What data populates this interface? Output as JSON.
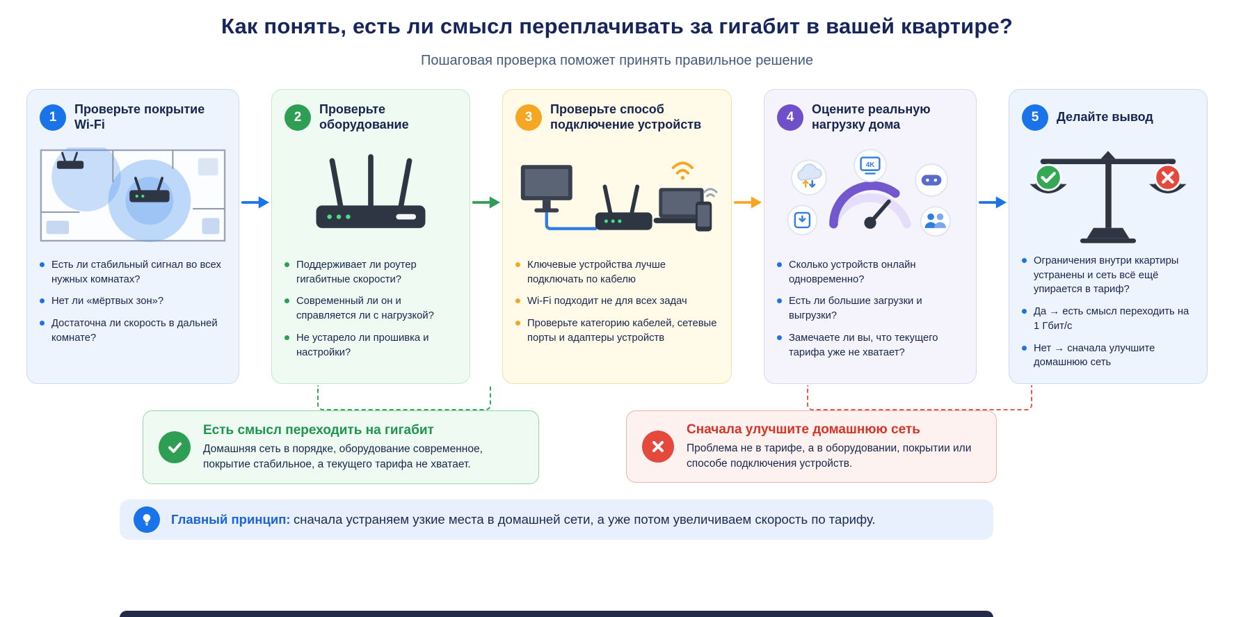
{
  "header": {
    "title": "Как понять, есть ли смысл переплачивать за гигабит в вашей квартире?",
    "subtitle": "Пошаговая проверка поможет принять правильное решение"
  },
  "steps": [
    {
      "number": "1",
      "title": "Проверьте покрытие Wi-Fi",
      "accent": "#1a73e8",
      "bullet_color": "#1a73e8",
      "card_bg": "#edf4fe",
      "card_border": "#c8dcf7",
      "illustration": "wifi-coverage-floorplan",
      "bullets": [
        "Есть ли стабильный сигнал во всех нужных комнатах?",
        "Нет ли «мёртвых зон»?",
        "Достаточна ли скорость в дальней комнате?"
      ]
    },
    {
      "number": "2",
      "title": "Проверьте оборудование",
      "accent": "#2e9e55",
      "bullet_color": "#2e9e55",
      "card_bg": "#eefaf2",
      "card_border": "#c2e8cf",
      "illustration": "gigabit-router",
      "bullets": [
        "Поддерживает ли роутер гигабитные скорости?",
        "Современный ли он и справляется ли с нагрузкой?",
        "Не устарело ли прошивка и настройки?"
      ]
    },
    {
      "number": "3",
      "title": "Проверьте способ подключение устройств",
      "accent": "#f5a623",
      "bullet_color": "#f5a623",
      "card_bg": "#fffbe8",
      "card_border": "#f3dfa2",
      "illustration": "wired-and-wireless-devices",
      "bullets": [
        "Ключевые устройства лучше подключать по кабелю",
        "Wi-Fi подходит не для всех задач",
        "Проверьте категорию кабелей, сетевые порты и адаптеры устройств"
      ]
    },
    {
      "number": "4",
      "title": "Оцените реальную нагрузку дома",
      "accent": "#7050c8",
      "bullet_color": "#1a73e8",
      "card_bg": "#f5f3fc",
      "card_border": "#ddd6f2",
      "illustration": "network-load-gauge",
      "bullets": [
        "Сколько устройств онлайн одновременно?",
        "Есть ли большие загрузки и выгрузки?",
        "Замечаете ли вы, что текущего тарифа уже не хватает?"
      ]
    },
    {
      "number": "5",
      "title": "Делайте вывод",
      "accent": "#1a73e8",
      "bullet_color": "#1a73e8",
      "card_bg": "#edf4fe",
      "card_border": "#c8dcf7",
      "illustration": "decision-scale",
      "bullets": [
        "Ограничения внутри ккартиры устранены и сеть всё ещё упирается в тариф?",
        "Да → есть смысл переходить на 1 Гбит/с",
        "Нет → сначала улучшите домашнюю сеть"
      ]
    }
  ],
  "arrows": [
    {
      "color": "#1a73e8"
    },
    {
      "color": "#2e9e55"
    },
    {
      "color": "#f5a623"
    },
    {
      "color": "#1a73e8"
    }
  ],
  "outcomes": {
    "positive": {
      "icon": "check",
      "accent": "#2e9e55",
      "title": "Есть смысл переходить на гигабит",
      "text": "Домашняя сеть в порядке, оборудование современное, покрытие стабильное, а текущего тарифа не хватает."
    },
    "negative": {
      "icon": "cross",
      "accent": "#e5483d",
      "title": "Сначала улучшите домашнюю сеть",
      "text": "Проблема не в тарифе, а в оборудовании, покрытии или способе подключения устройств."
    }
  },
  "principle": {
    "icon": "lightbulb",
    "label": "Главный принцип:",
    "text": "сначала устраняем узкие места в домашней сети, а уже потом увеличиваем скорость по тарифу."
  }
}
